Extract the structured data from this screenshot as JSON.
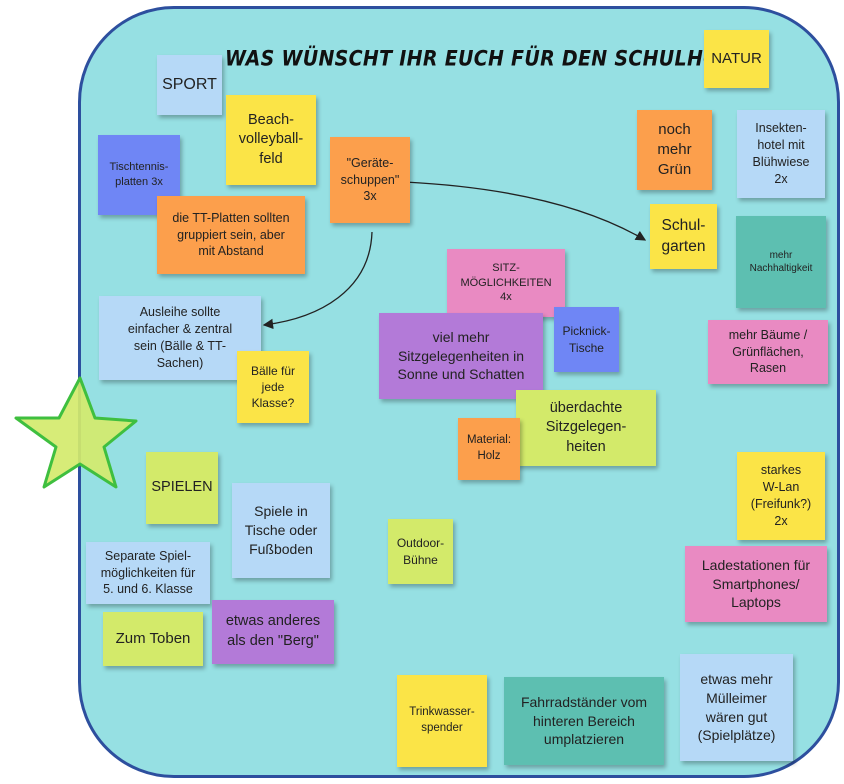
{
  "board": {
    "title": "WAS WÜNSCHT IHR EUCH FÜR DEN SCHULHOF?",
    "background_color": "#96e0e3",
    "border_color": "#2d4f9e"
  },
  "notes": {
    "sport": "SPORT",
    "natur": "NATUR",
    "beachvolleyball": "Beach-\nvolleyball-\nfeld",
    "tischtennis": "Tischtennis-\nplatten 3x",
    "tt_platten": "die TT-Platten sollten\ngruppiert sein, aber\nmit Abstand",
    "geraeteschuppen": "\"Geräte-\nschuppen\"\n3x",
    "mehr_gruen": "noch\nmehr\nGrün",
    "insektenhotel": "Insekten-\nhotel mit\nBlühwiese\n2x",
    "schulgarten": "Schul-\ngarten",
    "nachhaltigkeit": "mehr\nNachhaltigkeit",
    "ausleihe": "Ausleihe sollte\neinfacher & zentral\nsein (Bälle & TT-\nSachen)",
    "baelle": "Bälle für\njede\nKlasse?",
    "sitzmoeglichkeiten": "SITZ-\nMÖGLICHKEITEN\n4x",
    "sitzgelegenheiten": "viel mehr\nSitzgelegenheiten in\nSonne und Schatten",
    "picknick": "Picknick-\nTische",
    "baeume": "mehr Bäume /\nGrünflächen,\nRasen",
    "ueberdachte": "überdachte\nSitzgelegen-\nheiten",
    "material": "Material:\nHolz",
    "spielen": "SPIELEN",
    "spiele_tische": "Spiele in\nTische oder\nFußboden",
    "outdoor": "Outdoor-\nBühne",
    "wlan": "starkes\nW-Lan\n(Freifunk?)\n2x",
    "separate": "Separate Spiel-\nmöglichkeiten für\n5. und 6. Klasse",
    "ladestationen": "Ladestationen für\nSmartphones/\nLaptops",
    "toben": "Zum Toben",
    "berg": "etwas anderes\nals den \"Berg\"",
    "muelleimer": "etwas mehr\nMülleimer\nwären gut\n(Spielplätze)",
    "trinkwasser": "Trinkwasser-\nspender",
    "fahrrad": "Fahrradständer vom\nhinteren Bereich\numplatzieren"
  },
  "colors": {
    "yellow": "#fbe447",
    "lime": "#d3ea6a",
    "orange": "#fc9f4c",
    "light_blue": "#b6d9f7",
    "indigo": "#6f86f5",
    "pink": "#e98ac2",
    "purple": "#b37ad8",
    "teal": "#5dbfb1",
    "star_fill": "#d4ea6d",
    "star_stroke": "#3fbf3f"
  },
  "icons": {
    "star": "star-icon",
    "arrows": "connector-arrow"
  }
}
